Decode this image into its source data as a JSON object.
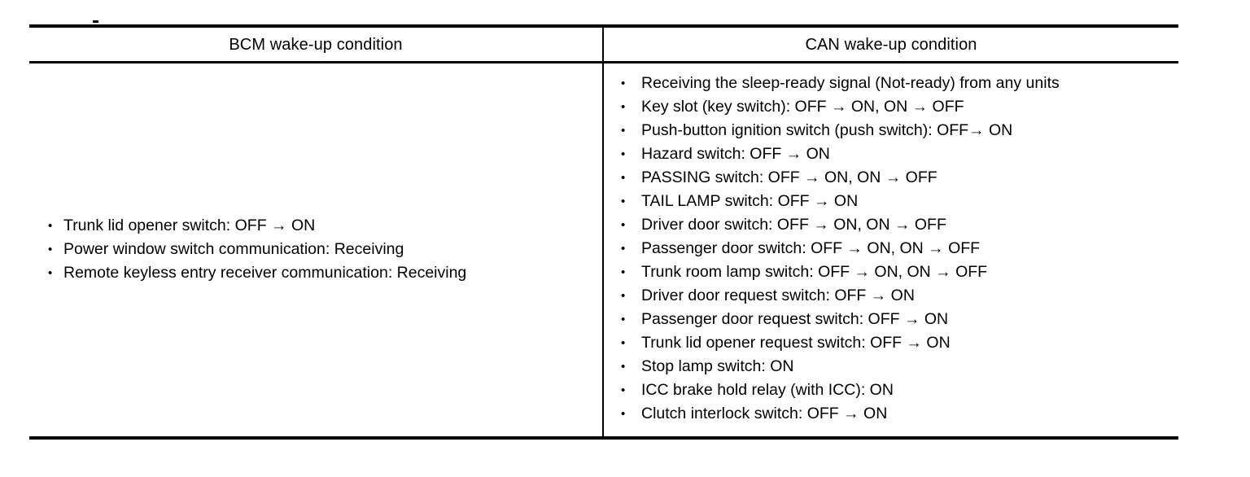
{
  "document": {
    "bullet_glyph": "•",
    "ink_color": "#000000",
    "background_color": "#ffffff"
  },
  "table": {
    "columns": [
      {
        "id": "bcm",
        "header": "BCM wake-up condition",
        "items": [
          "Trunk lid opener switch: OFF → ON",
          "Power window switch communication: Receiving",
          "Remote keyless entry receiver communication: Receiving"
        ]
      },
      {
        "id": "can",
        "header": "CAN wake-up condition",
        "items": [
          "Receiving the sleep-ready signal (Not-ready) from any units",
          "Key slot (key switch): OFF → ON, ON → OFF",
          "Push-button ignition switch (push switch): OFF→ ON",
          "Hazard switch: OFF → ON",
          "PASSING switch: OFF → ON, ON → OFF",
          "TAIL LAMP switch: OFF → ON",
          "Driver door switch: OFF → ON, ON → OFF",
          "Passenger door switch: OFF → ON, ON → OFF",
          "Trunk room lamp switch: OFF → ON, ON → OFF",
          "Driver door request switch: OFF → ON",
          "Passenger door request switch: OFF → ON",
          "Trunk lid opener request switch: OFF → ON",
          "Stop lamp switch: ON",
          "ICC brake hold relay (with ICC): ON",
          "Clutch interlock switch: OFF → ON"
        ]
      }
    ]
  }
}
